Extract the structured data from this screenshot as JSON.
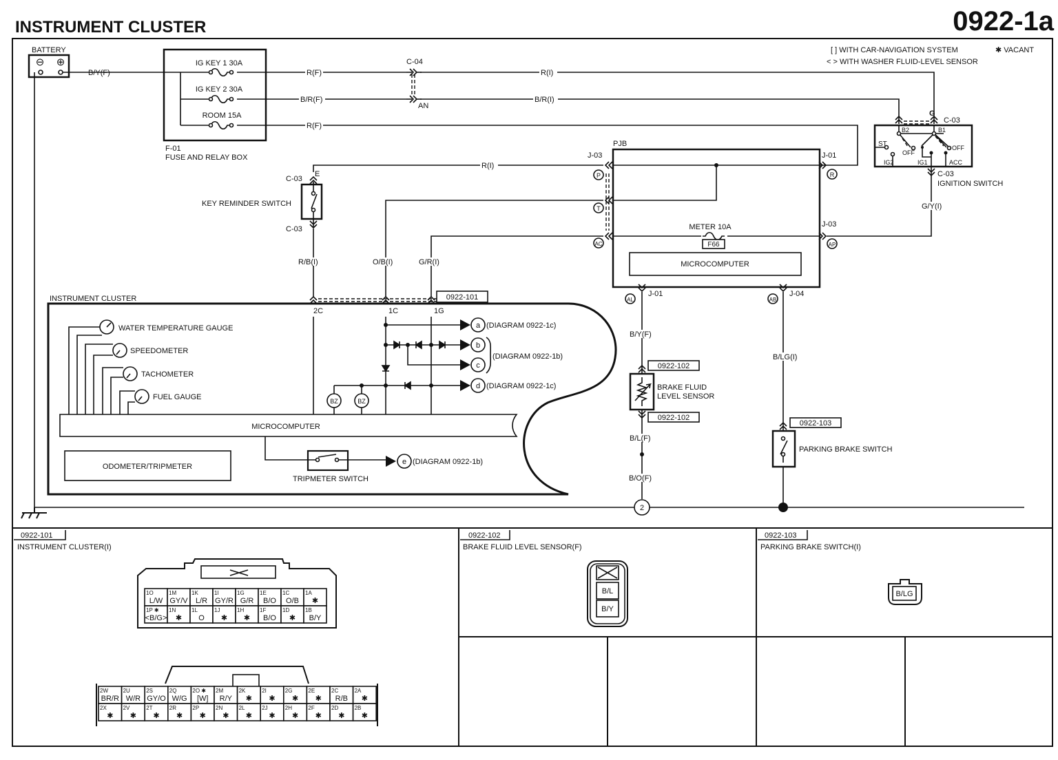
{
  "header": {
    "title": "INSTRUMENT CLUSTER",
    "code": "0922-1a"
  },
  "legend": {
    "nav": "[ ] WITH CAR-NAVIGATION SYSTEM",
    "washer": "< > WITH  WASHER FLUID-LEVEL SENSOR",
    "vacant": "✱ VACANT"
  },
  "battery": {
    "label": "BATTERY",
    "minus": "⊖",
    "plus": "⊕"
  },
  "wires": {
    "by_f": "B/Y(F)",
    "r_f1": "R(F)",
    "r_i1": "R(I)",
    "br_f": "B/R(F)",
    "br_i": "B/R(I)",
    "r_f2": "R(F)",
    "r_i2": "R(I)",
    "rb_i": "R/B(I)",
    "ob_i": "O/B(I)",
    "gr_i": "G/R(I)",
    "gy_i": "G/Y(I)",
    "by_f2": "B/Y(F)",
    "bl_f": "B/L(F)",
    "bo_f": "B/O(F)",
    "blg_i": "B/LG(I)"
  },
  "fuse_box": {
    "fuses": [
      "IG KEY 1 30A",
      "IG KEY 2 30A",
      "ROOM 15A"
    ],
    "id": "F-01",
    "name": "FUSE AND RELAY BOX"
  },
  "c04": {
    "id": "C-04",
    "pin": "AN"
  },
  "ignition": {
    "conn": "C-03",
    "pin_g": "G",
    "b2": "B2",
    "b1": "B1",
    "st": "ST",
    "off1": "OFF",
    "off2": "OFF",
    "ig2": "IG2",
    "ig1": "IG1",
    "acc": "ACC",
    "conn2": "C-03",
    "name": "IGNITION SWITCH"
  },
  "pjb": {
    "name": "PJB",
    "j03a": "J-03",
    "j01a": "J-01",
    "j03b": "J-03",
    "fuse": "METER 10A",
    "fuse_id": "F66",
    "micro": "MICROCOMPUTER",
    "j01b": "J-01",
    "j04": "J-04",
    "pins": {
      "p": "P",
      "t": "T",
      "ac": "AC",
      "r": "R",
      "ap": "AP",
      "al": "AL",
      "ab": "AB"
    }
  },
  "key_switch": {
    "name": "KEY REMINDER SWITCH",
    "conn_top": "C-03",
    "pin": "E",
    "conn_bottom": "C-03"
  },
  "cluster": {
    "name": "INSTRUMENT CLUSTER",
    "conn": "0922-101",
    "pins": [
      "2C",
      "1C",
      "1G"
    ],
    "gauges": [
      "WATER TEMPERATURE GAUGE",
      "SPEEDOMETER",
      "TACHOMETER",
      "FUEL GAUGE"
    ],
    "micro": "MICROCOMPUTER",
    "odo": "ODOMETER/TRIPMETER",
    "trip": "TRIPMETER SWITCH",
    "bz": "BZ",
    "outputs": {
      "a": "a",
      "b": "b",
      "c": "c",
      "d": "d",
      "e": "e"
    },
    "refs": {
      "a": "(DIAGRAM 0922-1c)",
      "bc": "(DIAGRAM 0922-1b)",
      "d": "(DIAGRAM  0922-1c)",
      "e": "(DIAGRAM 0922-1b)"
    }
  },
  "brake": {
    "conn": "0922-102",
    "name1": "BRAKE FLUID",
    "name2": "LEVEL SENSOR",
    "conn2": "0922-102"
  },
  "parking": {
    "conn": "0922-103",
    "name": "PARKING BRAKE SWITCH"
  },
  "ground": {
    "id": "2"
  },
  "connectors": {
    "c101": {
      "id": "0922-101",
      "title": "INSTRUMENT CLUSTER(I)",
      "upper": [
        [
          [
            "1O",
            "L/W"
          ],
          [
            "1M",
            "GY/V"
          ],
          [
            "1K",
            "L/R"
          ],
          [
            "1I",
            "GY/R"
          ],
          [
            "1G",
            "G/R"
          ],
          [
            "1E",
            "B/O"
          ],
          [
            "1C",
            "O/B"
          ],
          [
            "1A",
            "✱"
          ]
        ],
        [
          [
            "1P ✱",
            "<B/G>"
          ],
          [
            "1N",
            "✱"
          ],
          [
            "1L",
            "O"
          ],
          [
            "1J",
            "✱"
          ],
          [
            "1H",
            "✱"
          ],
          [
            "1F",
            "B/O"
          ],
          [
            "1D",
            "✱"
          ],
          [
            "1B",
            "B/Y"
          ]
        ]
      ],
      "lower": [
        [
          [
            "2W",
            "BR/R"
          ],
          [
            "2U",
            "W/R"
          ],
          [
            "2S",
            "GY/O"
          ],
          [
            "2Q",
            "W/G"
          ],
          [
            "2O ✱",
            "[W]"
          ],
          [
            "2M",
            "R/Y"
          ],
          [
            "2K",
            "✱"
          ],
          [
            "2I",
            "✱"
          ],
          [
            "2G",
            "✱"
          ],
          [
            "2E",
            "✱"
          ],
          [
            "2C",
            "R/B"
          ],
          [
            "2A",
            "✱"
          ]
        ],
        [
          [
            "2X",
            "✱"
          ],
          [
            "2V",
            "✱"
          ],
          [
            "2T",
            "✱"
          ],
          [
            "2R",
            "✱"
          ],
          [
            "2P",
            "✱"
          ],
          [
            "2N",
            "✱"
          ],
          [
            "2L",
            "✱"
          ],
          [
            "2J",
            "✱"
          ],
          [
            "2H",
            "✱"
          ],
          [
            "2F",
            "✱"
          ],
          [
            "2D",
            "✱"
          ],
          [
            "2B",
            "✱"
          ]
        ]
      ]
    },
    "c102": {
      "id": "0922-102",
      "title": "BRAKE FLUID LEVEL SENSOR(F)",
      "pins": [
        "B/L",
        "B/Y"
      ]
    },
    "c103": {
      "id": "0922-103",
      "title": "PARKING BRAKE SWITCH(I)",
      "pins": [
        "B/LG"
      ]
    }
  }
}
